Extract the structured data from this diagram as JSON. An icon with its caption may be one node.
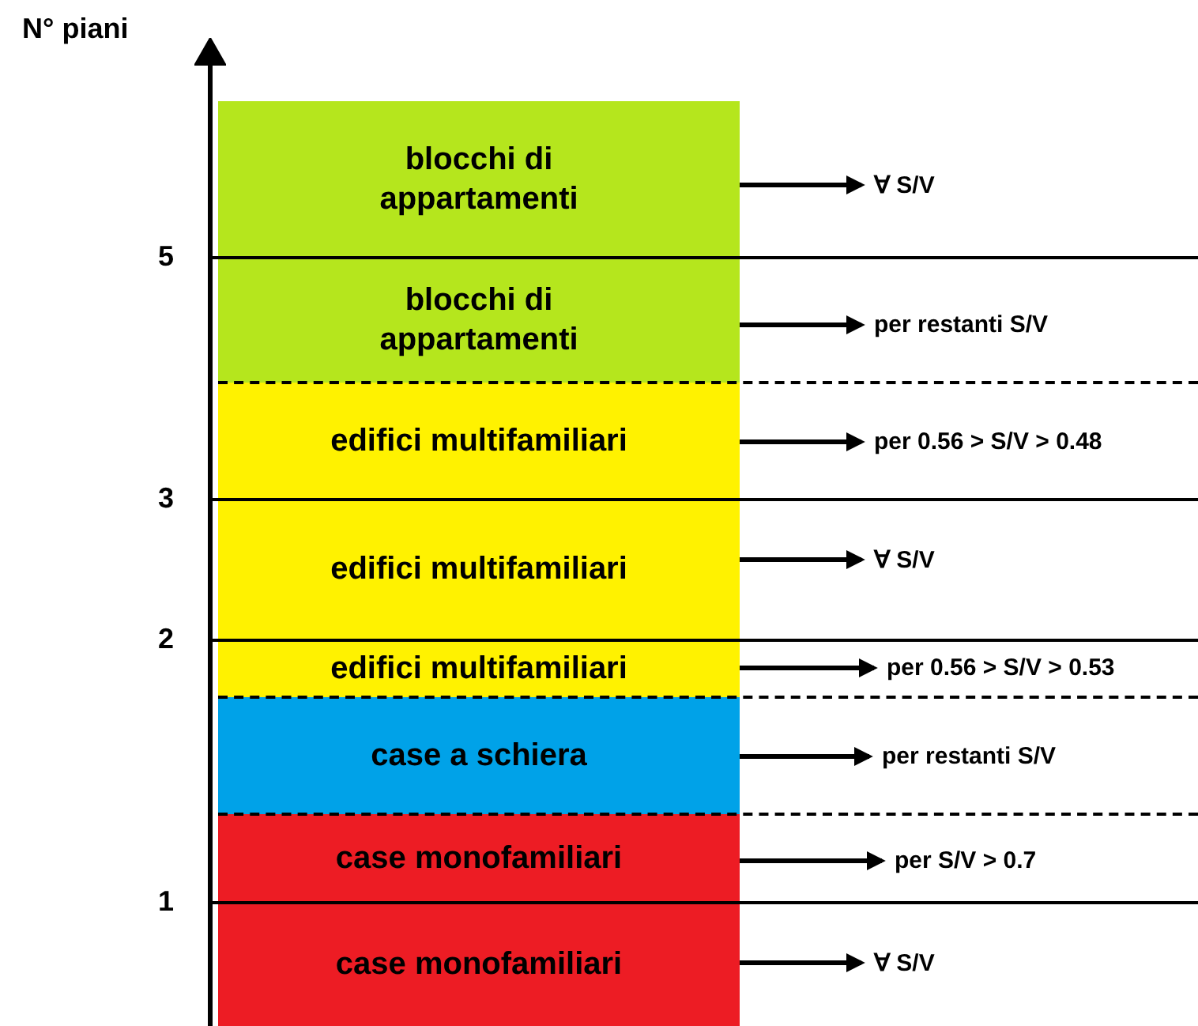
{
  "diagram": {
    "nodes": [
      {
        "text": [
          "blocchi di appartamenti"
        ]
      },
      {
        "text": [
          "blocchi di appartamenti"
        ]
      },
      {
        "text": [
          "edifici multifamiliari"
        ]
      },
      {
        "text": [
          "edifici multifamiliari"
        ]
      },
      {
        "text": [
          "edifici multifamiliari"
        ]
      },
      {
        "text": [
          "case a schiera"
        ]
      },
      {
        "text": [
          "case monofamiliari"
        ]
      },
      {
        "text": [
          "case monofamiliari"
        ]
      },
      {
        "text": [
          "∀  S/V"
        ]
      },
      {
        "text": [
          "per restanti S/V"
        ]
      },
      {
        "text": [
          "per 0.56 > S/V > 0.48"
        ]
      },
      {
        "text": [
          "∀  S/V"
        ]
      },
      {
        "text": [
          "per 0.56 > S/V > 0.53"
        ]
      },
      {
        "text": [
          "per restanti S/V"
        ]
      },
      {
        "text": [
          "per S/V > 0.7"
        ]
      },
      {
        "text": [
          "∀  S/V"
        ]
      }
    ],
    "edges": [
      {
        "from": 0,
        "to": 8,
        "arrow": "to"
      },
      {
        "from": 1,
        "to": 9,
        "arrow": "to"
      },
      {
        "from": 2,
        "to": 10,
        "arrow": "to"
      },
      {
        "from": 3,
        "to": 11,
        "arrow": "to"
      },
      {
        "from": 4,
        "to": 12,
        "arrow": "to"
      },
      {
        "from": 5,
        "to": 13,
        "arrow": "to"
      },
      {
        "from": 6,
        "to": 14,
        "arrow": "to"
      },
      {
        "from": 7,
        "to": 15,
        "arrow": "to"
      }
    ],
    "labels": [
      "N° piani",
      "5",
      "3",
      "2",
      "1"
    ]
  }
}
